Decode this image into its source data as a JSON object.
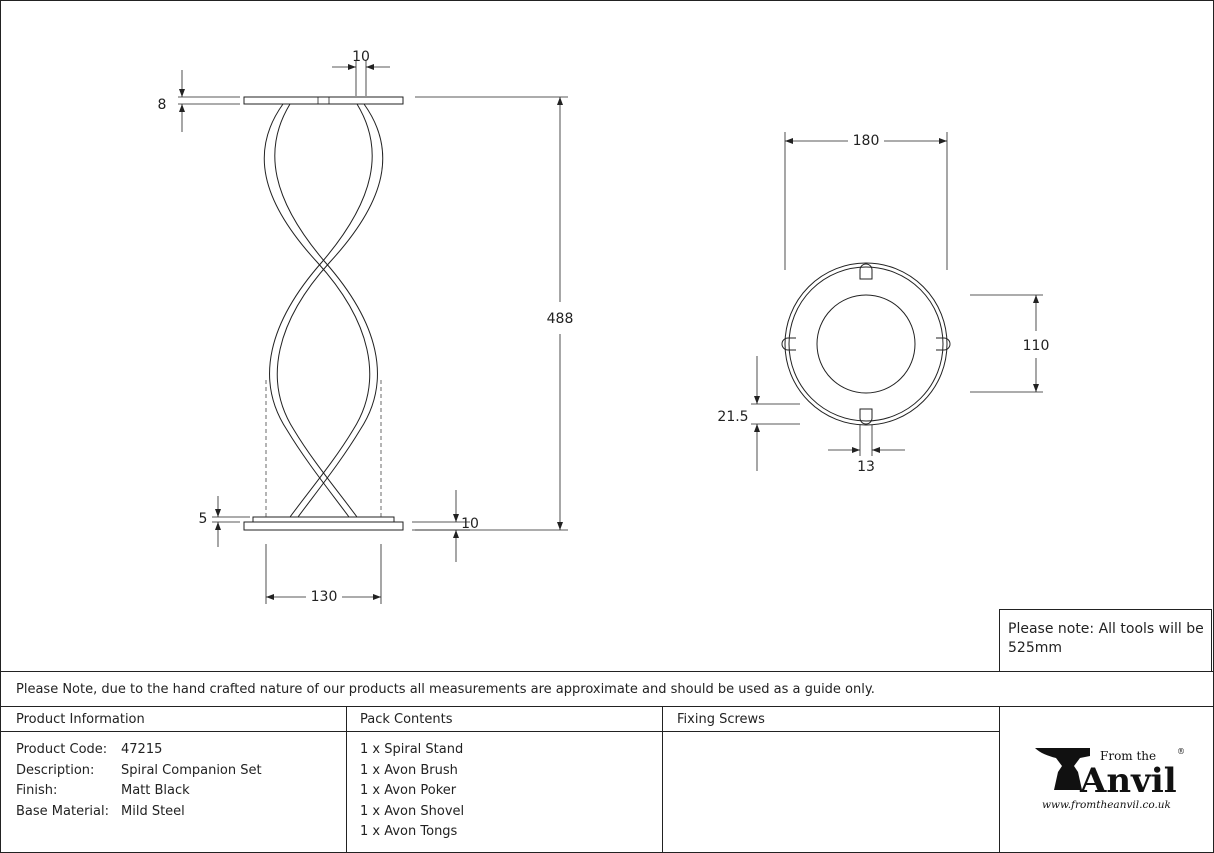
{
  "dimensions": {
    "top_slot_width": "10",
    "top_plate_thickness": "8",
    "overall_height": "488",
    "bottom_step": "5",
    "bottom_plate_thickness": "10",
    "base_spread": "130",
    "plan_diameter": "180",
    "inner_ring": "110",
    "notch_depth": "21.5",
    "notch_width": "13"
  },
  "note_box": {
    "line1": "Please note: All tools will be",
    "line2": "525mm"
  },
  "disclaimer": "Please Note, due to the hand crafted nature of our products all measurements are approximate and should be used as a guide only.",
  "product_info": {
    "header": "Product Information",
    "rows": [
      {
        "label": "Product Code:",
        "value": "47215"
      },
      {
        "label": "Description:",
        "value": "Spiral Companion Set"
      },
      {
        "label": "Finish:",
        "value": "Matt Black"
      },
      {
        "label": "Base Material:",
        "value": "Mild Steel"
      }
    ]
  },
  "pack_contents": {
    "header": "Pack Contents",
    "items": [
      "1 x Spiral Stand",
      "1 x Avon Brush",
      "1 x Avon Poker",
      "1 x Avon Shovel",
      "1 x Avon Tongs"
    ]
  },
  "fixing_screws": {
    "header": "Fixing Screws"
  },
  "logo": {
    "from_the": "From the",
    "word": "Anvil",
    "registered": "®",
    "url": "www.fromtheanvil.co.uk"
  }
}
